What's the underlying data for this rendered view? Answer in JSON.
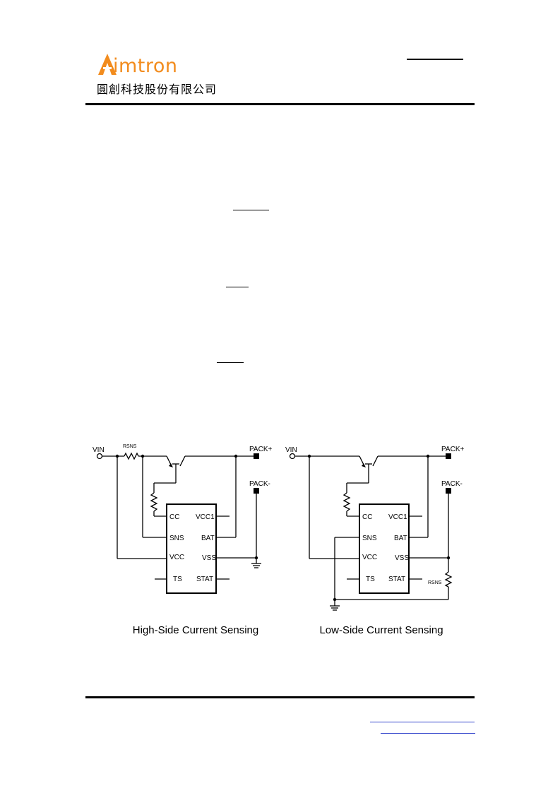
{
  "header": {
    "logo_text": "imtron",
    "company_name": "圓創科技股份有限公司",
    "brand_color": "#f28c1e"
  },
  "figure": {
    "high_side": {
      "caption": "High-Side Current Sensing",
      "vin_label": "VIN",
      "rsns_label": "RSNS",
      "pack_plus_label": "PACK+",
      "pack_minus_label": "PACK-",
      "pins": {
        "cc": "CC",
        "sns": "SNS",
        "vcc": "VCC",
        "ts": "TS",
        "vcc1": "VCC1",
        "bat": "BAT",
        "vss": "VSS",
        "stat": "STAT"
      }
    },
    "low_side": {
      "caption": "Low-Side Current Sensing",
      "vin_label": "VIN",
      "rsns_label": "RSNS",
      "pack_plus_label": "PACK+",
      "pack_minus_label": "PACK-",
      "pins": {
        "cc": "CC",
        "sns": "SNS",
        "vcc": "VCC",
        "ts": "TS",
        "vcc1": "VCC1",
        "bat": "BAT",
        "vss": "VSS",
        "stat": "STAT"
      }
    }
  },
  "colors": {
    "ink": "#000000",
    "link": "#3344cc"
  }
}
